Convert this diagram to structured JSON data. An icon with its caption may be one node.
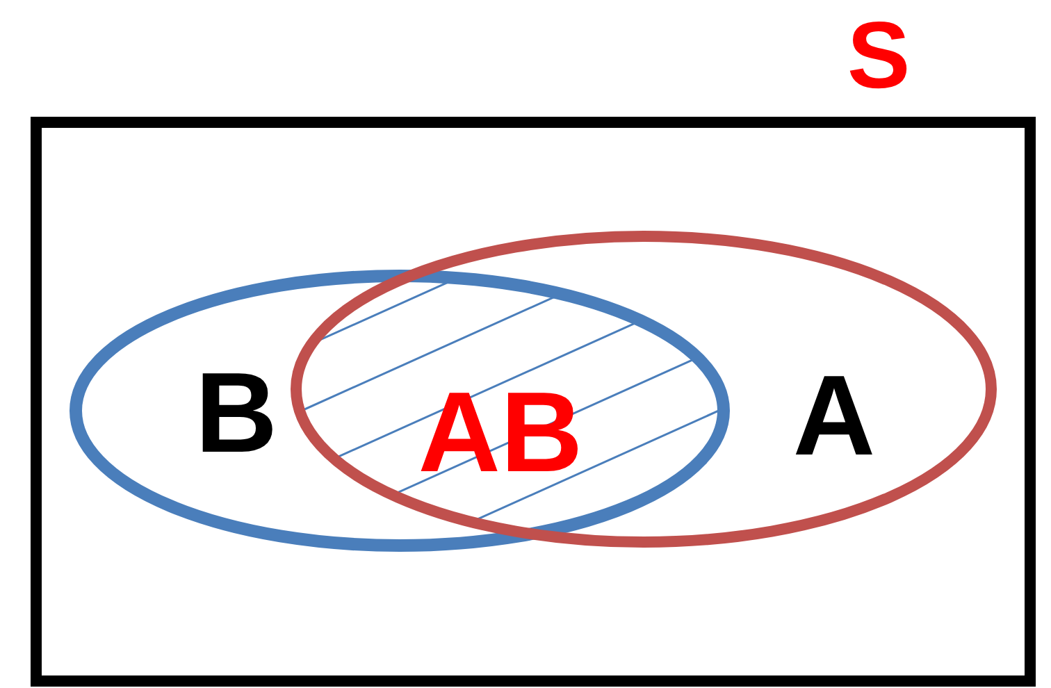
{
  "diagram": {
    "nodes": [
      {
        "text": [
          "S"
        ]
      },
      {
        "text": [
          "B"
        ],
        "in": 0
      },
      {
        "text": [
          "A"
        ],
        "in": 0
      }
    ],
    "labels": [
      "AB"
    ]
  }
}
